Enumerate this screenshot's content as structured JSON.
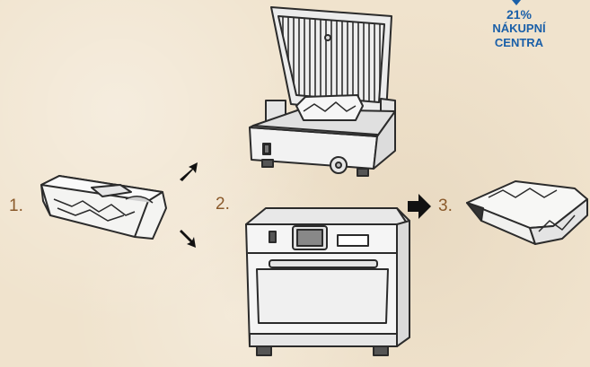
{
  "steps": {
    "step1": "1.",
    "step2": "2.",
    "step3": "3."
  },
  "badge": {
    "percent": "21%",
    "line1": "NÁKUPNÍ",
    "line2": "CENTRA"
  },
  "colors": {
    "background": "#f0e3cd",
    "step_number": "#8a5a2b",
    "badge": "#1a5fa8",
    "outline": "#2b2b2b"
  },
  "icons": [
    "packaged-sandwich",
    "panini-grill",
    "convection-oven",
    "sandwich-in-paper",
    "arrow"
  ]
}
